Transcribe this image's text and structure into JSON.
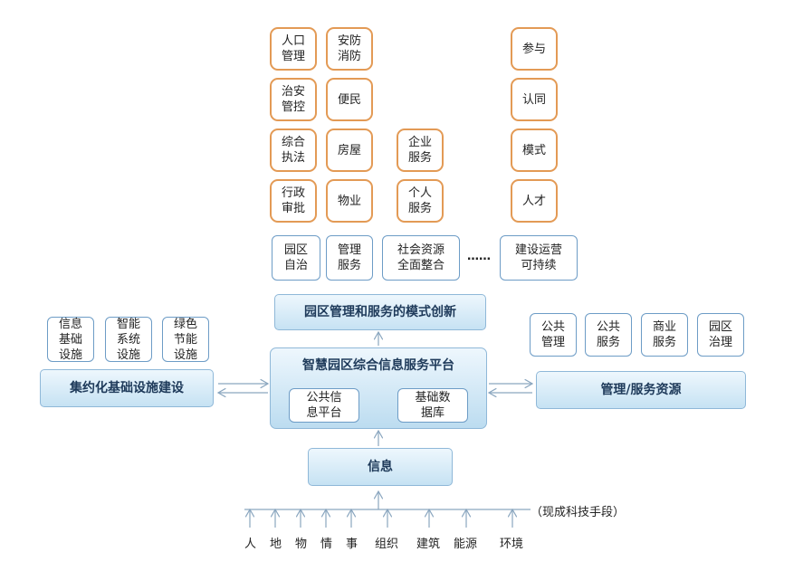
{
  "top_left_grid": [
    {
      "id": "renkou",
      "label": "人口\n管理"
    },
    {
      "id": "anfang",
      "label": "安防\n消防"
    },
    {
      "id": "zhian",
      "label": "治安\n管控"
    },
    {
      "id": "bianmin",
      "label": "便民"
    },
    {
      "id": "zonghe",
      "label": "综合\n执法"
    },
    {
      "id": "fangwu",
      "label": "房屋"
    },
    {
      "id": "xingzheng",
      "label": "行政\n审批"
    },
    {
      "id": "wuye",
      "label": "物业"
    }
  ],
  "top_middle": [
    {
      "id": "qiye",
      "label": "企业\n服务"
    },
    {
      "id": "geren",
      "label": "个人\n服务"
    }
  ],
  "top_right": [
    {
      "id": "canyu",
      "label": "参与"
    },
    {
      "id": "rentong",
      "label": "认同"
    },
    {
      "id": "moshi",
      "label": "模式"
    },
    {
      "id": "rencai",
      "label": "人才"
    }
  ],
  "category_row": [
    {
      "id": "yuanqu-zizhi",
      "label": "园区\n自治"
    },
    {
      "id": "guanli-fuwu",
      "label": "管理\n服务"
    },
    {
      "id": "shehui-ziyuan",
      "label": "社会资源\n全面整合"
    },
    {
      "id": "jianshe-yunying",
      "label": "建设运营\n可持续"
    }
  ],
  "ellipsis": "……",
  "mode_innovation": "园区管理和服务的模式创新",
  "platform": {
    "title": "智慧园区综合信息服务平台",
    "public_platform": "公共信\n息平台",
    "base_db": "基础数\n据库"
  },
  "left": {
    "title": "集约化基础设施建设",
    "items": [
      {
        "id": "xinxi-jichu",
        "label": "信息\n基础\n设施"
      },
      {
        "id": "zhineng-xitong",
        "label": "智能\n系统\n设施"
      },
      {
        "id": "lvse-jieneng",
        "label": "绿色\n节能\n设施"
      }
    ]
  },
  "right": {
    "title": "管理/服务资源",
    "items": [
      {
        "id": "gonggong-guanli",
        "label": "公共\n管理"
      },
      {
        "id": "gonggong-fuwu",
        "label": "公共\n服务"
      },
      {
        "id": "shangye-fuwu",
        "label": "商业\n服务"
      },
      {
        "id": "yuanqu-zhili",
        "label": "园区\n治理"
      }
    ]
  },
  "info": "信息",
  "tech_note": "（现成科技手段）",
  "sources": [
    {
      "id": "ren",
      "label": "人"
    },
    {
      "id": "di",
      "label": "地"
    },
    {
      "id": "wu",
      "label": "物"
    },
    {
      "id": "qing",
      "label": "情"
    },
    {
      "id": "shi",
      "label": "事"
    },
    {
      "id": "zuzhi",
      "label": "组织"
    },
    {
      "id": "jianzhu",
      "label": "建筑"
    },
    {
      "id": "nengyuan",
      "label": "能源"
    },
    {
      "id": "huanjing",
      "label": "环境"
    }
  ],
  "colors": {
    "orange_border": "#e39a55",
    "blue_border": "#6d9cc6",
    "arrow": "#8aa6bf"
  }
}
